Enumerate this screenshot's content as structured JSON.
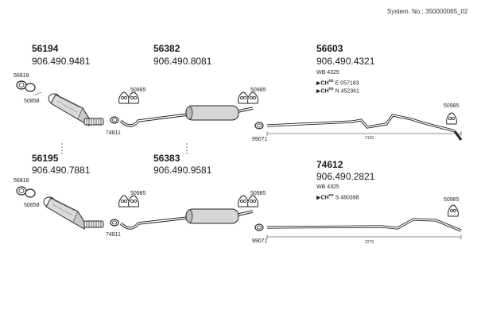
{
  "header": {
    "system_no": "System. No.: 350000065_02"
  },
  "rows": [
    {
      "parts": [
        {
          "number": "56194",
          "oe": "906.490.9481",
          "notes": []
        },
        {
          "number": "56382",
          "oe": "906.490.8081",
          "notes": []
        },
        {
          "number": "56603",
          "oe": "906.490.4321",
          "notes": [
            "WB 4325",
            "E 057183",
            "N 452361"
          ]
        }
      ],
      "callouts": [
        "56818",
        "50858",
        "50985",
        "74811",
        "50985",
        "99071",
        "50985"
      ],
      "dimension": "2120"
    },
    {
      "parts": [
        {
          "number": "56195",
          "oe": "906.490.7881",
          "notes": []
        },
        {
          "number": "56383",
          "oe": "906.490.9581",
          "notes": []
        },
        {
          "number": "74612",
          "oe": "906.490.2821",
          "notes": [
            "WB 4325",
            "S 480398"
          ]
        }
      ],
      "callouts": [
        "56818",
        "50858",
        "50985",
        "74811",
        "50985",
        "99071",
        "50985"
      ],
      "dimension": "2275"
    }
  ],
  "cert_prefix": "▶CH",
  "cert_mark": "no"
}
